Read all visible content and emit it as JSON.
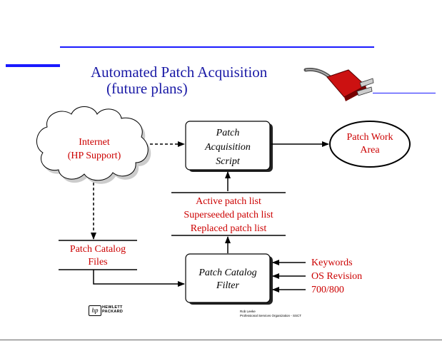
{
  "slide": {
    "title_line1": "Automated Patch Acquisition",
    "title_line2": "(future plans)"
  },
  "nodes": {
    "internet_line1": "Internet",
    "internet_line2": "(HP Support)",
    "script_line1": "Patch",
    "script_line2": "Acquisition",
    "script_line3": "Script",
    "work_area_line1": "Patch Work",
    "work_area_line2": "Area",
    "catalog_files_line1": "Patch Catalog",
    "catalog_files_line2": "Files",
    "filter_line1": "Patch Catalog",
    "filter_line2": "Filter"
  },
  "patch_lists": [
    "Active patch list",
    "Superseeded patch list",
    "Replaced patch list"
  ],
  "filter_inputs": [
    "Keywords",
    "OS Revision",
    "700/800"
  ],
  "logo": {
    "line1": "HEWLETT",
    "line2": "PACKARD",
    "mark": "hp"
  },
  "footer": {
    "line1": "Rob Leeke",
    "line2": "Professional Services Organization - SSCT"
  },
  "colors": {
    "title": "#1a1aa6",
    "rule": "#1a1aff",
    "label_red": "#cc0000",
    "plug_red": "#cc1111"
  }
}
